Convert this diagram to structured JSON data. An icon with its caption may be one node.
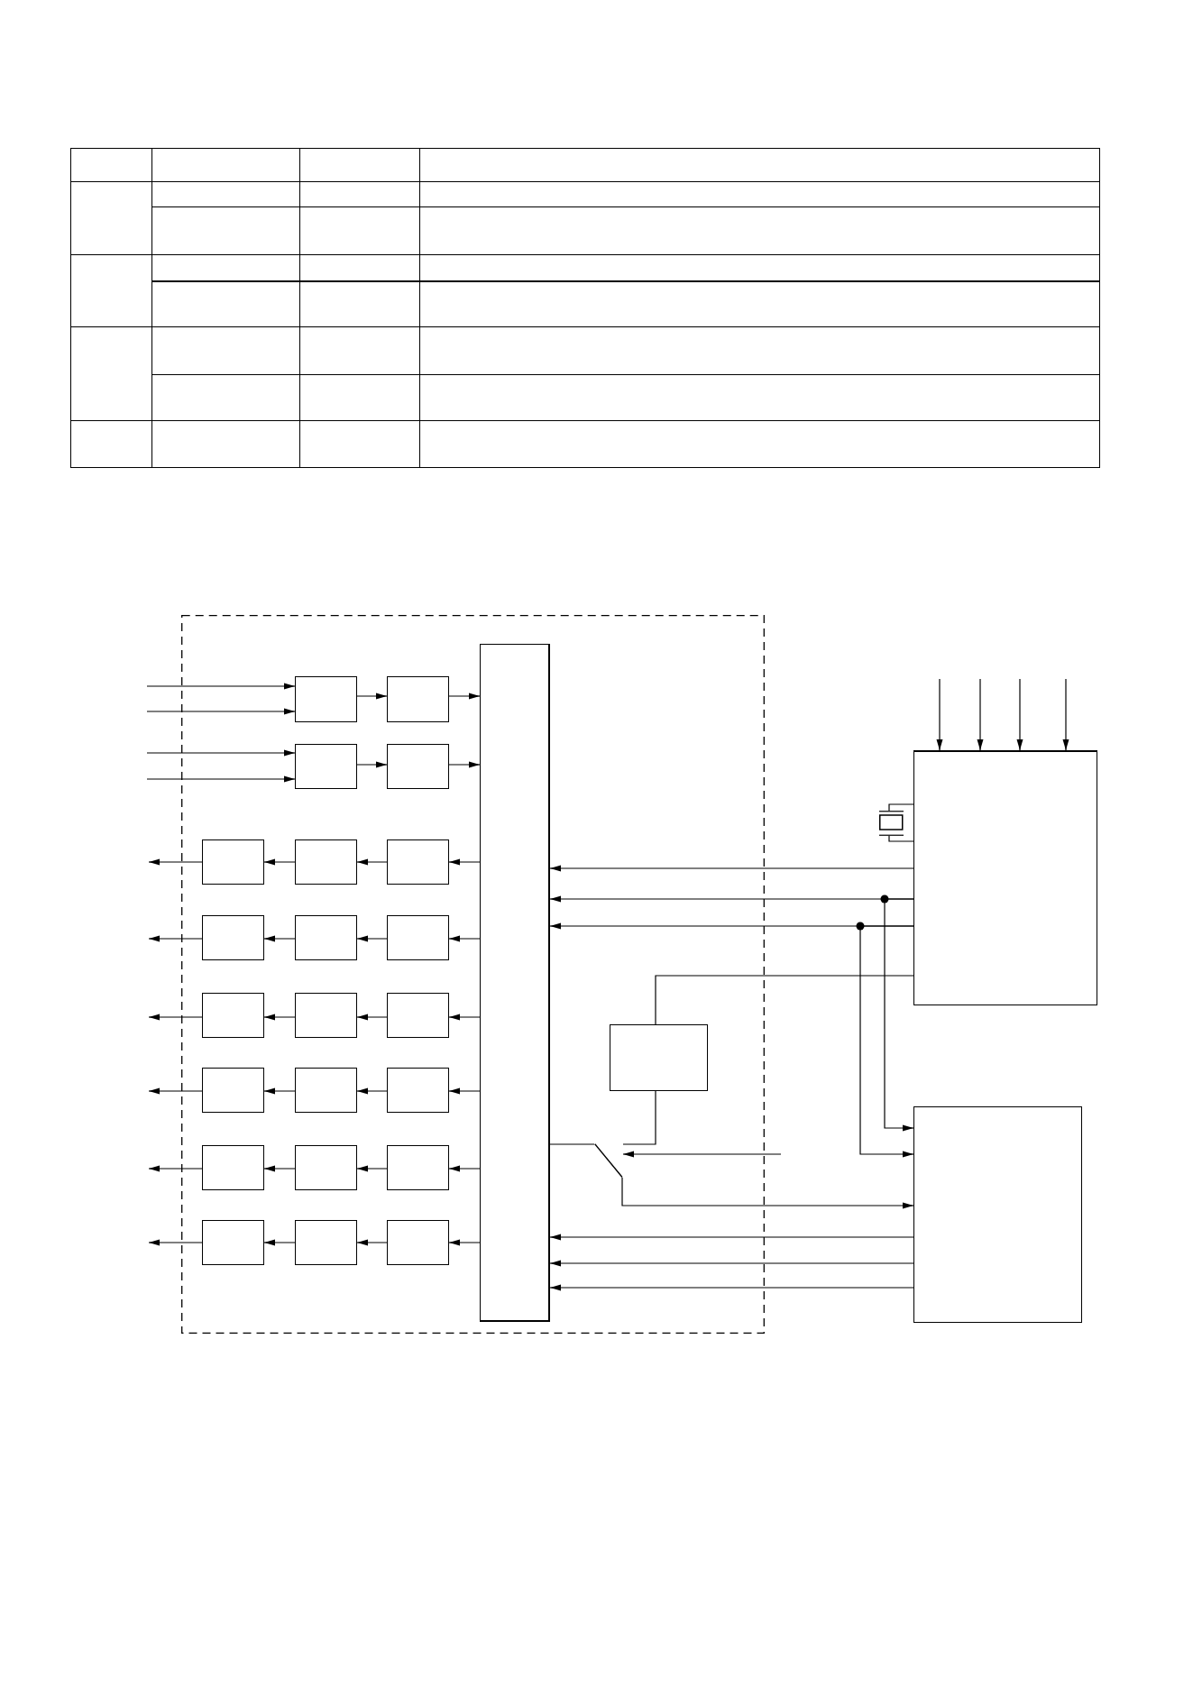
{
  "diagram": {
    "nodes": [
      {
        "text": [],
        "shape": "box"
      },
      {
        "text": [],
        "shape": "box",
        "in": 0
      },
      {
        "text": [],
        "shape": "box",
        "in": 0
      },
      {
        "text": [],
        "shape": "box",
        "in": 0
      },
      {
        "text": [],
        "shape": "box",
        "in": 0
      },
      {
        "text": [],
        "shape": "box",
        "in": 0
      },
      {
        "text": [],
        "shape": "box",
        "in": 0
      },
      {
        "text": [],
        "shape": "box",
        "in": 0
      },
      {
        "text": [],
        "shape": "box",
        "in": 0
      },
      {
        "text": [],
        "shape": "box",
        "in": 0
      },
      {
        "text": [],
        "shape": "box",
        "in": 0
      },
      {
        "text": [],
        "shape": "box",
        "in": 0
      },
      {
        "text": [],
        "shape": "box",
        "in": 0
      },
      {
        "text": [],
        "shape": "box",
        "in": 0
      },
      {
        "text": [],
        "shape": "box",
        "in": 0
      },
      {
        "text": [],
        "shape": "box",
        "in": 0
      },
      {
        "text": [],
        "shape": "box",
        "in": 0
      },
      {
        "text": [],
        "shape": "box",
        "in": 0
      },
      {
        "text": [],
        "shape": "box",
        "in": 0
      },
      {
        "text": [],
        "shape": "box",
        "in": 0
      },
      {
        "text": [],
        "shape": "box",
        "in": 0
      },
      {
        "text": [],
        "shape": "box",
        "in": 0
      },
      {
        "text": [],
        "shape": "box",
        "in": 0
      },
      {
        "text": [],
        "shape": "box",
        "in": 0
      },
      {
        "text": [],
        "shape": "box",
        "in": 0
      },
      {
        "text": [],
        "shape": "switch",
        "in": 0
      },
      {
        "text": [],
        "shape": "box"
      },
      {
        "text": [],
        "shape": "crystal"
      },
      {
        "text": [],
        "shape": "box"
      }
    ],
    "edges": [
      {
        "from": null,
        "to": 2,
        "arrow": "to"
      },
      {
        "from": null,
        "to": 2,
        "arrow": "to"
      },
      {
        "from": null,
        "to": 4,
        "arrow": "to"
      },
      {
        "from": null,
        "to": 4,
        "arrow": "to"
      },
      {
        "from": 2,
        "to": 3,
        "arrow": "to"
      },
      {
        "from": 4,
        "to": 5,
        "arrow": "to"
      },
      {
        "from": 3,
        "to": 1,
        "arrow": "to"
      },
      {
        "from": 5,
        "to": 1,
        "arrow": "to"
      },
      {
        "from": 1,
        "to": 8,
        "arrow": "to"
      },
      {
        "from": 8,
        "to": 7,
        "arrow": "to"
      },
      {
        "from": 7,
        "to": 6,
        "arrow": "to"
      },
      {
        "from": 6,
        "to": null,
        "arrow": "to"
      },
      {
        "from": 1,
        "to": 11,
        "arrow": "to"
      },
      {
        "from": 11,
        "to": 10,
        "arrow": "to"
      },
      {
        "from": 10,
        "to": 9,
        "arrow": "to"
      },
      {
        "from": 9,
        "to": null,
        "arrow": "to"
      },
      {
        "from": 1,
        "to": 14,
        "arrow": "to"
      },
      {
        "from": 14,
        "to": 13,
        "arrow": "to"
      },
      {
        "from": 13,
        "to": 12,
        "arrow": "to"
      },
      {
        "from": 12,
        "to": null,
        "arrow": "to"
      },
      {
        "from": 1,
        "to": 17,
        "arrow": "to"
      },
      {
        "from": 17,
        "to": 16,
        "arrow": "to"
      },
      {
        "from": 16,
        "to": 15,
        "arrow": "to"
      },
      {
        "from": 15,
        "to": null,
        "arrow": "to"
      },
      {
        "from": 1,
        "to": 20,
        "arrow": "to"
      },
      {
        "from": 20,
        "to": 19,
        "arrow": "to"
      },
      {
        "from": 19,
        "to": 18,
        "arrow": "to"
      },
      {
        "from": 18,
        "to": null,
        "arrow": "to"
      },
      {
        "from": 1,
        "to": 23,
        "arrow": "to"
      },
      {
        "from": 23,
        "to": 22,
        "arrow": "to"
      },
      {
        "from": 22,
        "to": 21,
        "arrow": "to"
      },
      {
        "from": 21,
        "to": null,
        "arrow": "to"
      },
      {
        "from": null,
        "to": 26,
        "arrow": "to"
      },
      {
        "from": null,
        "to": 26,
        "arrow": "to"
      },
      {
        "from": null,
        "to": 26,
        "arrow": "to"
      },
      {
        "from": null,
        "to": 26,
        "arrow": "to"
      },
      {
        "from": 26,
        "to": 27,
        "arrow": "none"
      },
      {
        "from": 26,
        "to": 27,
        "arrow": "none"
      },
      {
        "from": 26,
        "to": 1,
        "arrow": "to"
      },
      {
        "from": 26,
        "to": 1,
        "arrow": "to"
      },
      {
        "from": 26,
        "to": 1,
        "arrow": "to"
      },
      {
        "from": 26,
        "to": 28,
        "arrow": "to"
      },
      {
        "from": 26,
        "to": 28,
        "arrow": "to"
      },
      {
        "from": 26,
        "to": 24,
        "arrow": "none"
      },
      {
        "from": 24,
        "to": 25,
        "arrow": "none"
      },
      {
        "from": 1,
        "to": 25,
        "arrow": "none"
      },
      {
        "from": 25,
        "to": 28,
        "arrow": "to"
      },
      {
        "from": null,
        "to": 25,
        "arrow": "to"
      },
      {
        "from": 28,
        "to": 1,
        "arrow": "to"
      },
      {
        "from": 28,
        "to": 1,
        "arrow": "to"
      },
      {
        "from": 28,
        "to": 1,
        "arrow": "to"
      }
    ]
  }
}
